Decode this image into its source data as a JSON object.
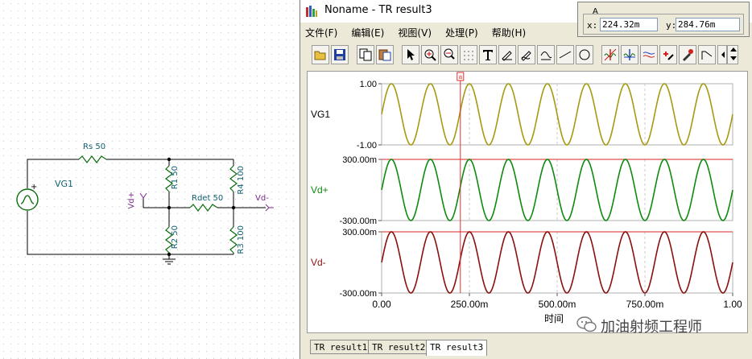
{
  "schematic": {
    "source_label": "VG1",
    "source_plus": "+",
    "components": [
      {
        "id": "rs",
        "label": "Rs 50"
      },
      {
        "id": "r1",
        "label": "R1 50"
      },
      {
        "id": "r2",
        "label": "R2 50"
      },
      {
        "id": "r3",
        "label": "R3 100"
      },
      {
        "id": "r4",
        "label": "R4 100"
      },
      {
        "id": "rdet",
        "label": "Rdet 50"
      }
    ],
    "probe_plus": "Vd+",
    "probe_minus": "Vd-"
  },
  "window": {
    "title": "Noname - TR result3",
    "menu": [
      "文件(F)",
      "编辑(E)",
      "视图(V)",
      "处理(P)",
      "帮助(H)"
    ],
    "tabs": [
      "TR result1",
      "TR result2",
      "TR result3"
    ],
    "active_tab": 2
  },
  "cursor_panel": {
    "name": "A",
    "x_label": "x:",
    "x_value": "224.32m",
    "y_label": "y:",
    "y_value": "284.76m"
  },
  "plot": {
    "cursor_label": "a",
    "x_ticks": [
      "0.00",
      "250.00m",
      "500.00m",
      "750.00m",
      "1.00"
    ],
    "x_label": "时间",
    "colors": {
      "vg1": "#a59a10",
      "vdp": "#0f8a0f",
      "vdm": "#8a1010",
      "cursor": "#e03030"
    }
  },
  "chart_data": {
    "type": "line",
    "x_range": [
      0,
      1
    ],
    "frequency_cycles": 9,
    "panels": [
      {
        "name": "VG1",
        "amplitude": 1.0,
        "y_top_label": "1.00",
        "y_bottom_label": "-1.00",
        "ylim": [
          -1.0,
          1.0
        ]
      },
      {
        "name": "Vd+",
        "amplitude": 0.3,
        "y_top_label": "300.00m",
        "y_bottom_label": "-300.00m",
        "ylim": [
          -0.3,
          0.3
        ]
      },
      {
        "name": "Vd-",
        "amplitude": 0.3,
        "y_top_label": "300.00m",
        "y_bottom_label": "-300.00m",
        "ylim": [
          -0.3,
          0.3
        ]
      }
    ],
    "cursor_x": 0.22432
  },
  "watermark": "加油射频工程师"
}
